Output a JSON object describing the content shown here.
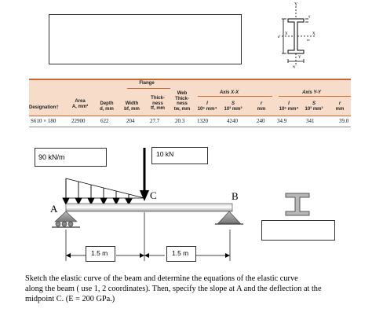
{
  "table": {
    "group_flange": "Flange",
    "group_axis_x": "Axis X-X",
    "group_axis_y": "Axis Y-Y",
    "headers": {
      "designation": "Designation†",
      "area": "Area",
      "area_unit": "A, mm²",
      "depth": "Depth",
      "depth_unit": "d, mm",
      "width": "Width",
      "width_unit": "bf, mm",
      "flange_thick_1": "Thick-",
      "flange_thick_2": "ness",
      "flange_thick_unit": "tf, mm",
      "web_1": "Web",
      "web_2": "Thick-",
      "web_3": "ness",
      "web_unit": "tw, mm",
      "ix_sym": "I",
      "ix_unit": "10⁶ mm⁴",
      "sx_sym": "S",
      "sx_unit": "10³ mm³",
      "rx_sym": "r",
      "rx_unit": "mm",
      "iy_sym": "I",
      "iy_unit": "10⁶ mm⁴",
      "sy_sym": "S",
      "sy_unit": "10³ mm³",
      "ry_sym": "r",
      "ry_unit": "mm"
    },
    "row": {
      "designation": "S610 × 180",
      "area": "22900",
      "depth": "622",
      "width": "204",
      "flange_thickness": "27.7",
      "web_thickness": "20.3",
      "ix": "1320",
      "sx": "4240",
      "rx": "240",
      "iy": "34.9",
      "sy": "341",
      "ry": "39.0"
    }
  },
  "section_figure": {
    "label_y": "Y",
    "label_x": "X",
    "label_d": "d",
    "label_tf": "tf",
    "label_tw": "tw",
    "label_bf": "bf"
  },
  "beam": {
    "distributed_load": "90 kN/m",
    "point_load": "10 kN",
    "label_a": "A",
    "label_b": "B",
    "label_c": "C",
    "dim_left": "1.5 m",
    "dim_right": "1.5 m"
  },
  "problem": {
    "line1": "Sketch the elastic curve of the beam and determine the equations of the elastic curve",
    "line2": "along the beam ( use 1, 2 coordinates). Then, specify the slope at A and the deflection at the",
    "line3": "midpoint C. (E = 200 GPa.)"
  }
}
